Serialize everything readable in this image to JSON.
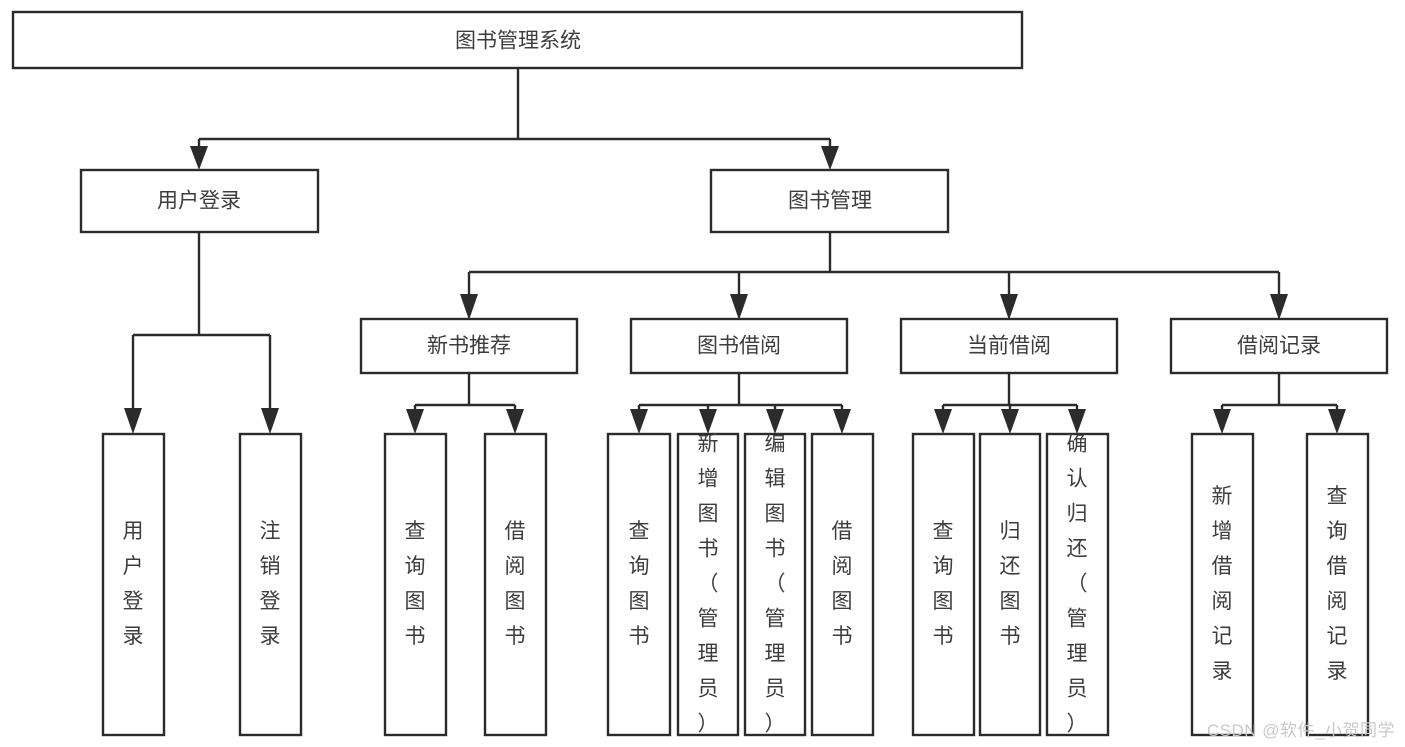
{
  "diagram": {
    "title": "图书管理系统",
    "type": "tree-hierarchy",
    "watermark": "CSDN @软件_小贺同学",
    "colors": {
      "stroke": "#2b2b2b",
      "fill": "#ffffff",
      "text": "#3d3d3d",
      "watermark": "#c9c9c9",
      "background": "#ffffff"
    },
    "nodes": {
      "root": {
        "label": "图书管理系统",
        "level": 0,
        "orientation": "horizontal"
      },
      "l1": [
        {
          "id": "user-login",
          "label": "用户登录",
          "level": 1,
          "orientation": "horizontal"
        },
        {
          "id": "book-mgmt",
          "label": "图书管理",
          "level": 1,
          "orientation": "horizontal"
        }
      ],
      "l2": [
        {
          "id": "new-book-rec",
          "label": "新书推荐",
          "level": 2,
          "orientation": "horizontal",
          "parent": "book-mgmt"
        },
        {
          "id": "book-borrow",
          "label": "图书借阅",
          "level": 2,
          "orientation": "horizontal",
          "parent": "book-mgmt"
        },
        {
          "id": "current-borrow",
          "label": "当前借阅",
          "level": 2,
          "orientation": "horizontal",
          "parent": "book-mgmt"
        },
        {
          "id": "borrow-record",
          "label": "借阅记录",
          "level": 2,
          "orientation": "horizontal",
          "parent": "book-mgmt"
        }
      ],
      "leaves": [
        {
          "id": "leaf-user-login",
          "label": "用户登录",
          "parent": "user-login",
          "orientation": "vertical"
        },
        {
          "id": "leaf-logout",
          "label": "注销登录",
          "parent": "user-login",
          "orientation": "vertical"
        },
        {
          "id": "leaf-query-book-1",
          "label": "查询图书",
          "parent": "new-book-rec",
          "orientation": "vertical"
        },
        {
          "id": "leaf-borrow-book-1",
          "label": "借阅图书",
          "parent": "new-book-rec",
          "orientation": "vertical"
        },
        {
          "id": "leaf-query-book-2",
          "label": "查询图书",
          "parent": "book-borrow",
          "orientation": "vertical"
        },
        {
          "id": "leaf-add-book",
          "label": "新增图书（管理员）",
          "parent": "book-borrow",
          "orientation": "vertical"
        },
        {
          "id": "leaf-edit-book",
          "label": "编辑图书（管理员）",
          "parent": "book-borrow",
          "orientation": "vertical"
        },
        {
          "id": "leaf-borrow-book-2",
          "label": "借阅图书",
          "parent": "book-borrow",
          "orientation": "vertical"
        },
        {
          "id": "leaf-query-book-3",
          "label": "查询图书",
          "parent": "current-borrow",
          "orientation": "vertical"
        },
        {
          "id": "leaf-return-book",
          "label": "归还图书",
          "parent": "current-borrow",
          "orientation": "vertical"
        },
        {
          "id": "leaf-confirm-return",
          "label": "确认归还（管理员）",
          "parent": "current-borrow",
          "orientation": "vertical"
        },
        {
          "id": "leaf-add-record",
          "label": "新增借阅记录",
          "parent": "borrow-record",
          "orientation": "vertical"
        },
        {
          "id": "leaf-query-record",
          "label": "查询借阅记录",
          "parent": "borrow-record",
          "orientation": "vertical"
        }
      ]
    }
  }
}
